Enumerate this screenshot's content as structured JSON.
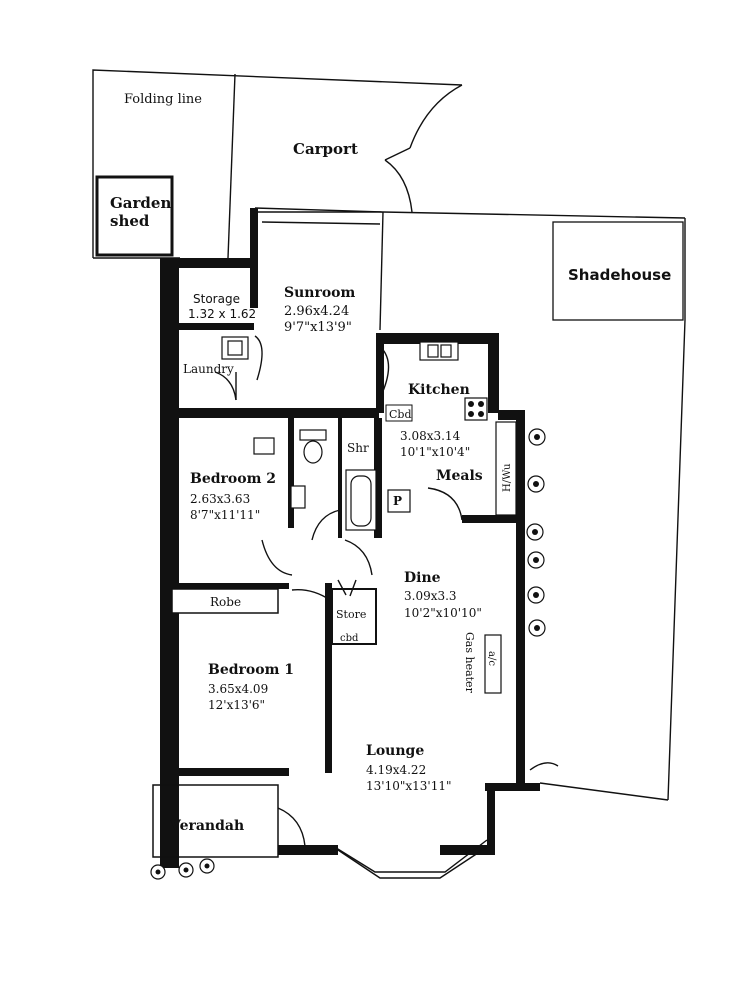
{
  "plan": {
    "folding_line": "Folding line",
    "garden_shed_1": "Garden",
    "garden_shed_2": "shed",
    "carport": "Carport",
    "shadehouse": "Shadehouse",
    "storage": "Storage",
    "storage_dims": "1.32 x 1.62",
    "sunroom": "Sunroom",
    "sunroom_dims_m": "2.96x4.24",
    "sunroom_dims_ft": "9'7\"x13'9\"",
    "laundry": "Laundry",
    "kitchen": "Kitchen",
    "cbd_kitchen": "Cbd",
    "kitchen_dims_m": "3.08x3.14",
    "kitchen_dims_ft": "10'1\"x10'4\"",
    "meals": "Meals",
    "hwu": "H/Wu",
    "pantry": "P",
    "shr": "Shr",
    "bedroom2": "Bedroom 2",
    "bedroom2_dims_m": "2.63x3.63",
    "bedroom2_dims_ft": "8'7\"x11'11\"",
    "dine": "Dine",
    "dine_dims_m": "3.09x3.3",
    "dine_dims_ft": "10'2\"x10'10\"",
    "robe": "Robe",
    "store": "Store",
    "cbd_store": "cbd",
    "gas_heater": "Gas heater",
    "ac": "a/c",
    "bedroom1": "Bedroom 1",
    "bedroom1_dims_m": "3.65x4.09",
    "bedroom1_dims_ft": "12'x13'6\"",
    "lounge": "Lounge",
    "lounge_dims_m": "4.19x4.22",
    "lounge_dims_ft": "13'10\"x13'11\"",
    "verandah": "Verandah"
  }
}
